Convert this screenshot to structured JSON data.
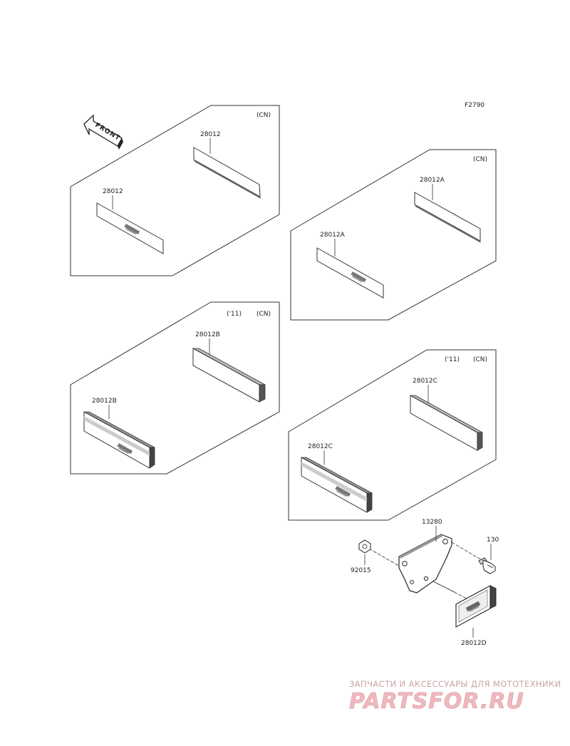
{
  "figure_code": "F2790",
  "front_marker": "FRONT",
  "panels": [
    {
      "tags": [
        "(CN)"
      ],
      "parts": [
        {
          "label": "28012",
          "logo": false
        },
        {
          "label": "28012",
          "logo": true
        }
      ]
    },
    {
      "tags": [
        "(CN)"
      ],
      "parts": [
        {
          "label": "28012A",
          "logo": false
        },
        {
          "label": "28012A",
          "logo": true
        }
      ]
    },
    {
      "tags": [
        "('11)",
        "(CN)"
      ],
      "parts": [
        {
          "label": "28012B",
          "logo": false
        },
        {
          "label": "28012B",
          "logo": true
        }
      ]
    },
    {
      "tags": [
        "('11)",
        "(CN)"
      ],
      "parts": [
        {
          "label": "28012C",
          "logo": false
        },
        {
          "label": "28012C",
          "logo": true
        }
      ]
    }
  ],
  "assembly": {
    "bracket": "13280",
    "bolt": "130",
    "nut": "92015",
    "reflector": "28012D"
  },
  "watermark": {
    "tagline": "ЗАПЧАСТИ И АКСЕССУАРЫ ДЛЯ МОТОТЕХНИКИ",
    "brand": "PARTSFOR.RU",
    "colors": {
      "tagline": "#c9a3a6",
      "logo_fill": "#f0b8be"
    }
  }
}
